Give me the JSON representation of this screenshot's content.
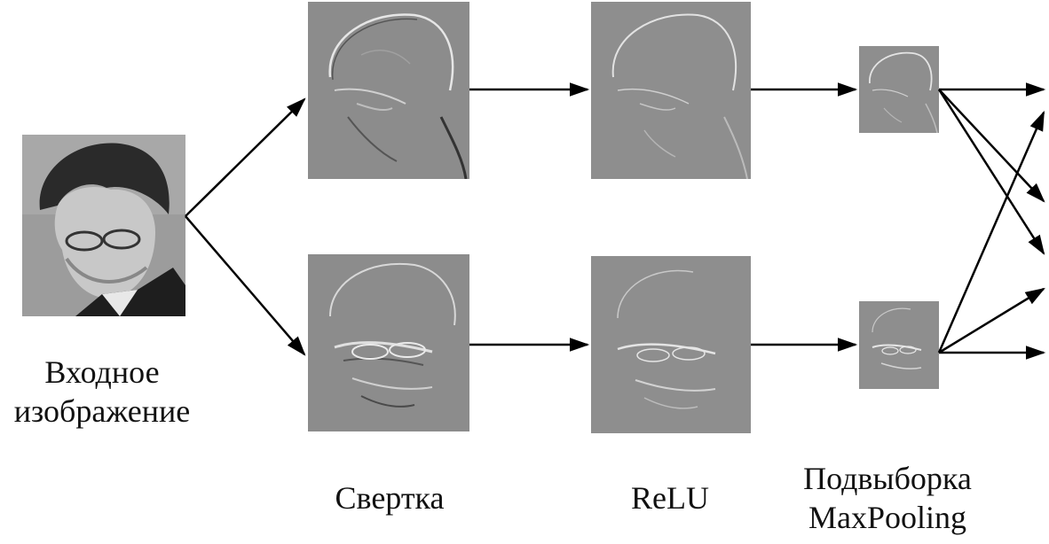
{
  "labels": {
    "input_line1": "Входное",
    "input_line2": "изображение",
    "convolution": "Свертка",
    "relu": "ReLU",
    "pooling_line1": "Подвыборка",
    "pooling_line2": "MaxPooling"
  },
  "colors": {
    "arrow": "#000000",
    "feature_map_bg": "#8a8a8a",
    "photo_bg": "#9a9a9a"
  },
  "images": {
    "input": "portrait-photo",
    "conv_top": "feature-map",
    "conv_bottom": "feature-map",
    "relu_top": "feature-map",
    "relu_bottom": "feature-map",
    "pool_top": "feature-map",
    "pool_bottom": "feature-map"
  }
}
